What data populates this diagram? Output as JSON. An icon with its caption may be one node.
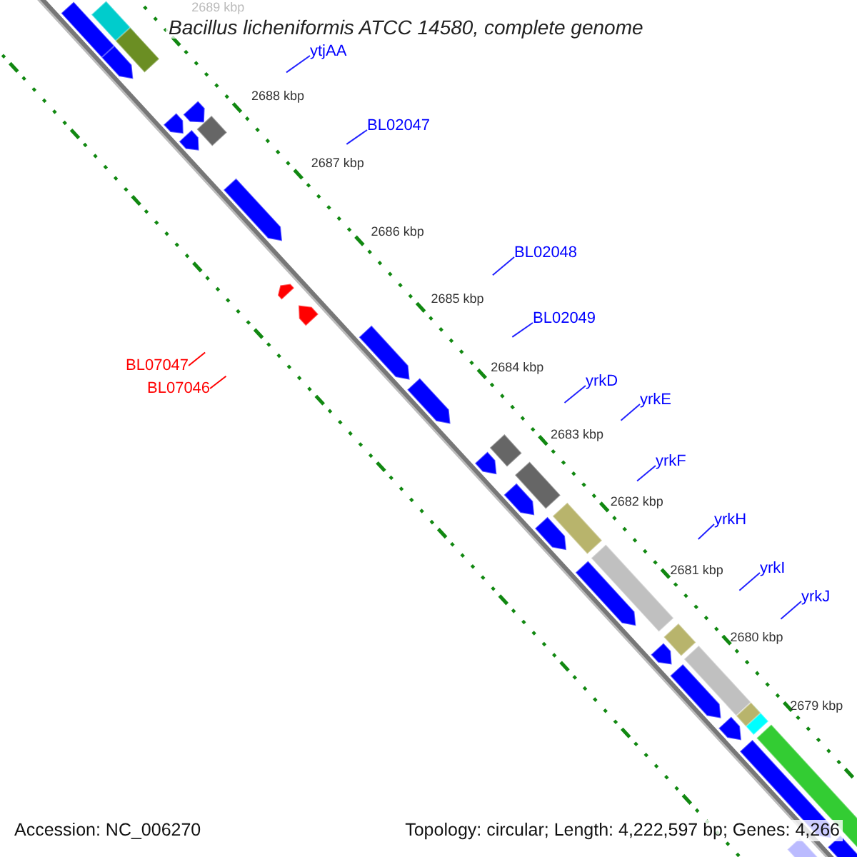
{
  "diagram": {
    "title": "Bacillus licheniformis ATCC 14580, complete genome",
    "nodes": [
      {
        "text": [
          "ytjAA"
        ]
      },
      {
        "text": [
          "BL02047"
        ]
      },
      {
        "text": [
          "BL02048"
        ]
      },
      {
        "text": [
          "BL02049"
        ]
      },
      {
        "text": [
          "yrkD"
        ]
      },
      {
        "text": [
          "yrkE"
        ]
      },
      {
        "text": [
          "yrkF"
        ]
      },
      {
        "text": [
          "yrkH"
        ]
      },
      {
        "text": [
          "yrkI"
        ]
      },
      {
        "text": [
          "yrkJ"
        ]
      },
      {
        "text": [
          "BL07047"
        ]
      },
      {
        "text": [
          "BL07046"
        ]
      }
    ],
    "edges": [
      {
        "from": 0,
        "to": null,
        "arrow": "none"
      },
      {
        "from": 1,
        "to": null,
        "arrow": "none"
      },
      {
        "from": 2,
        "to": null,
        "arrow": "none"
      },
      {
        "from": 3,
        "to": null,
        "arrow": "none"
      },
      {
        "from": 4,
        "to": null,
        "arrow": "none"
      },
      {
        "from": 5,
        "to": null,
        "arrow": "none"
      },
      {
        "from": 6,
        "to": null,
        "arrow": "none"
      },
      {
        "from": 7,
        "to": null,
        "arrow": "none"
      },
      {
        "from": 8,
        "to": null,
        "arrow": "none"
      },
      {
        "from": 9,
        "to": null,
        "arrow": "none"
      },
      {
        "from": 10,
        "to": null,
        "arrow": "none",
        "color": "#ff0000"
      },
      {
        "from": 11,
        "to": null,
        "arrow": "none",
        "color": "#ff0000"
      }
    ],
    "labels": [
      "2689 kbp",
      "2688 kbp",
      "2687 kbp",
      "2686 kbp",
      "2685 kbp",
      "2684 kbp",
      "2683 kbp",
      "2682 kbp",
      "2681 kbp",
      "2680 kbp",
      "2679 kbp",
      "Accession: NC_006270",
      "Topology: circular; Length: 4,222,597 bp; Genes: 4,266"
    ]
  }
}
